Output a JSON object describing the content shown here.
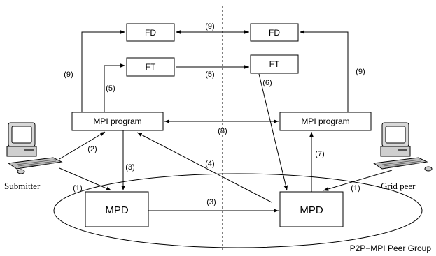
{
  "boxes": {
    "fd_left": "FD",
    "fd_right": "FD",
    "ft_left": "FT",
    "ft_right": "FT",
    "mpi_left": "MPI program",
    "mpi_right": "MPI program",
    "mpd_left": "MPD",
    "mpd_right": "MPD"
  },
  "labels": {
    "submitter": "Submitter",
    "grid_peer": "Grid peer",
    "group": "P2P−MPI Peer Group"
  },
  "steps": {
    "s9_top": "(9)",
    "s9_left": "(9)",
    "s9_right": "(9)",
    "s5_ft": "(5)",
    "s5_left": "(5)",
    "s6": "(6)",
    "s8": "(8)",
    "s2": "(2)",
    "s3_down": "(3)",
    "s4": "(4)",
    "s7": "(7)",
    "s1_left": "(1)",
    "s1_right": "(1)",
    "s3_mpd": "(3)"
  },
  "icons": {
    "submitter_computer": "desktop-computer-icon",
    "grid_peer_computer": "desktop-computer-icon"
  }
}
